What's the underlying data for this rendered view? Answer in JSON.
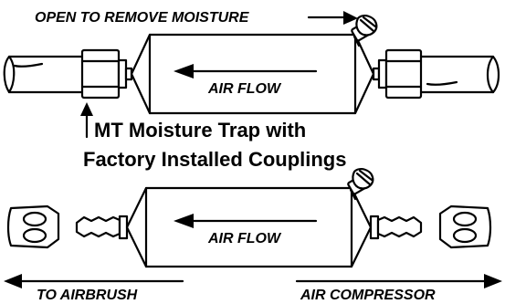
{
  "labels": {
    "drain_note": "OPEN TO REMOVE MOISTURE",
    "air_flow_top": "AIR FLOW",
    "caption_line1": "MT Moisture Trap with",
    "caption_line2": "Factory Installed Couplings",
    "air_flow_bottom": "AIR FLOW",
    "to_airbrush": "TO AIRBRUSH",
    "air_compressor": "AIR COMPRESSOR"
  },
  "colors": {
    "line": "#000000",
    "background": "#ffffff"
  }
}
